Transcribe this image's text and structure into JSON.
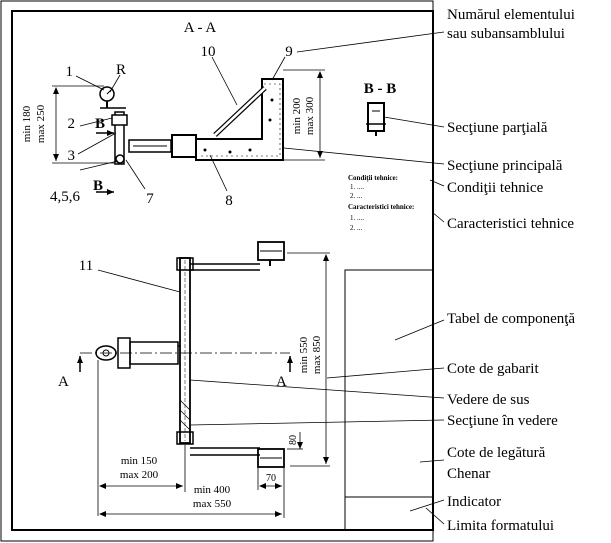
{
  "section_views": {
    "main_title": "A - A",
    "detail_title": "B - B",
    "section_b_marker": "B",
    "view_a_marker": "A"
  },
  "callouts": {
    "element_number_line1": "Numărul elementului",
    "element_number_line2": "sau subansamblului",
    "partial_section": "Secţiune parţială",
    "main_section": "Secţiune principală",
    "technical_conditions": "Condiţii tehnice",
    "technical_characteristics": "Caracteristici tehnice",
    "component_table": "Tabel de componenţă",
    "overall_dimensions": "Cote de gabarit",
    "top_view": "Vedere de sus",
    "section_in_view": "Secţiune în vedere",
    "connection_dimensions": "Cote de legătură",
    "frame": "Chenar",
    "indicator": "Indicator",
    "format_limit": "Limita formatului"
  },
  "part_numbers": {
    "p1": "1",
    "p2": "2",
    "p3": "3",
    "p456": "4,5,6",
    "p7": "7",
    "p8": "8",
    "p9": "9",
    "p10": "10",
    "p11": "11",
    "radius": "R"
  },
  "dimensions": {
    "left_height_min": "min 180",
    "left_height_max": "max 250",
    "right_height_min": "min 200",
    "right_height_max": "max 300",
    "plan_height_min": "min 550",
    "plan_height_max": "max 850",
    "offset_min": "min 150",
    "offset_max": "max 200",
    "width_min": "min 400",
    "width_max": "max 550",
    "pad_width": "70",
    "pad_height": "80"
  },
  "notes": {
    "conditions_title": "Condiţii tehnice:",
    "conditions_line1": "1. ....",
    "conditions_line2": "2. ...",
    "characteristics_title": "Caracteristici tehnice:",
    "characteristics_line1": "1. ....",
    "characteristics_line2": "2. ..."
  }
}
